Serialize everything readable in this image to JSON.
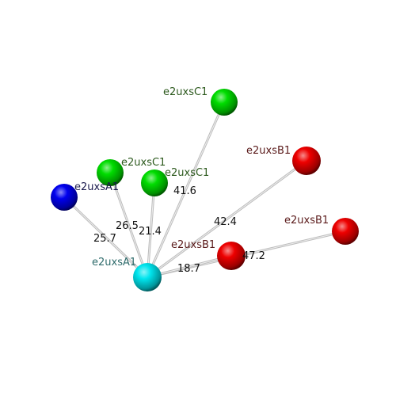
{
  "colors": {
    "background": "#ffffff",
    "bond": "#bdbdbd",
    "cyan": "#00e5ee",
    "blue": "#0000ee",
    "green": "#00dd00",
    "red": "#ee0000",
    "label_cyan": "#2e6b6b",
    "label_blue": "#1a1a4d",
    "label_green": "#2d5a1e",
    "label_red": "#5a1a1a"
  },
  "diagram": {
    "center": {
      "id": "center",
      "label": "e2uxsA1",
      "color": "cyan"
    },
    "neighbors": [
      {
        "id": "blue",
        "label": "e2uxsA1",
        "color": "blue",
        "distance": "25.7"
      },
      {
        "id": "green-left",
        "label": "e2uxsC1",
        "color": "green",
        "distance": "26.5"
      },
      {
        "id": "green-mid",
        "label": "e2uxsC1",
        "color": "green",
        "distance": "21.4"
      },
      {
        "id": "green-top",
        "label": "e2uxsC1",
        "color": "green",
        "distance": "41.6"
      },
      {
        "id": "red-top",
        "label": "e2uxsB1",
        "color": "red",
        "distance": "42.4"
      },
      {
        "id": "red-right",
        "label": "e2uxsB1",
        "color": "red",
        "distance": "47.2"
      },
      {
        "id": "red-near",
        "label": "e2uxsB1",
        "color": "red",
        "distance": "18.7"
      }
    ]
  }
}
